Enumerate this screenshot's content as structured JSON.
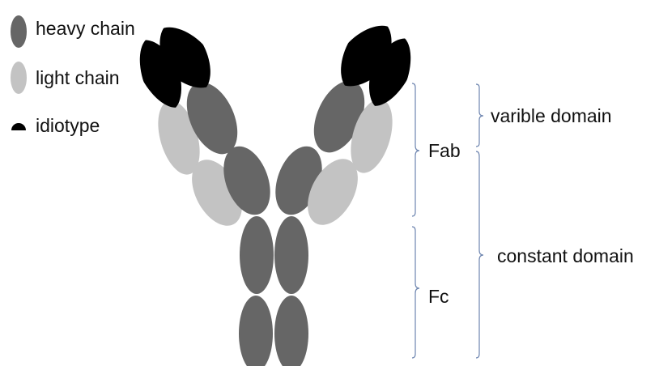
{
  "colors": {
    "heavy_chain": "#666666",
    "light_chain": "#c3c3c3",
    "idiotype": "#000000",
    "bracket": "#6f86b0",
    "text": "#111111"
  },
  "legend": {
    "heavy_label": "heavy chain",
    "light_label": "light chain",
    "idiotype_label": "idiotype"
  },
  "annotations": {
    "fab": "Fab",
    "fc": "Fc",
    "variable_domain": "varible domain",
    "constant_domain": "constant domain"
  }
}
